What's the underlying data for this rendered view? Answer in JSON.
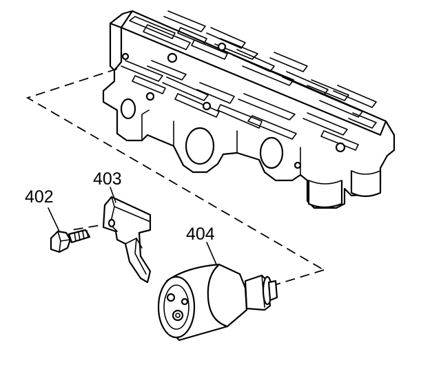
{
  "diagram": {
    "callouts": [
      {
        "id": "402",
        "label": "402"
      },
      {
        "id": "403",
        "label": "403"
      },
      {
        "id": "404",
        "label": "404"
      }
    ]
  }
}
